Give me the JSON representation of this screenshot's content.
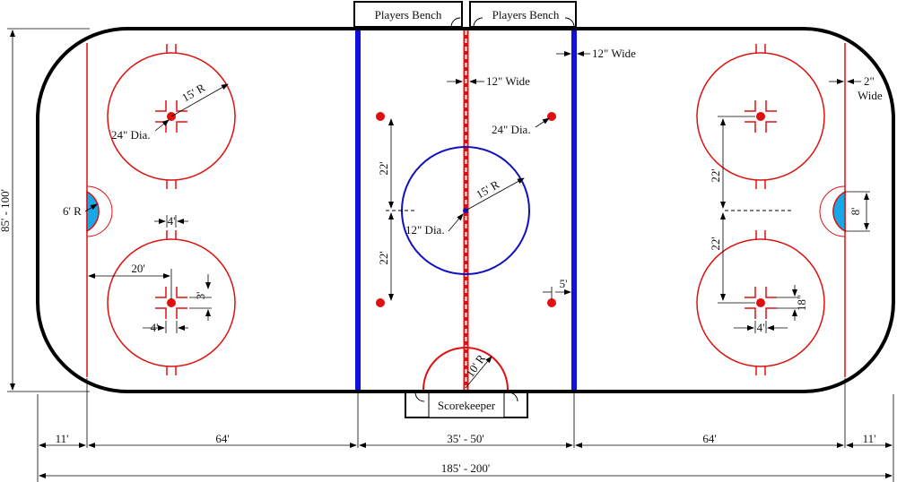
{
  "benches": {
    "left_label": "Players Bench",
    "right_label": "Players Bench"
  },
  "scorekeeper": {
    "label": "Scorekeeper"
  },
  "colors": {
    "boards": "#000000",
    "red_line": "#e01010",
    "blue_line": "#1010e0",
    "crease": "#1aa7e6",
    "center_circle": "#1010c0",
    "dot": "#e01010"
  },
  "labels": {
    "width_range": "85' - 100'",
    "length_range": "185' - 200'",
    "end_zone_a": "11'",
    "end_zone_b": "11'",
    "attack_zone_a": "64'",
    "attack_zone_b": "64'",
    "neutral_zone": "35' - 50'",
    "blue_line_width": "12\" Wide",
    "red_line_width": "12\" Wide",
    "goal_line_width_top": "2\"",
    "goal_line_width_bottom": "Wide",
    "faceoff_radius": "15' R",
    "center_radius": "15' R",
    "dot_dia_left": "24\" Dia.",
    "dot_dia_center": "24\" Dia.",
    "center_dot_dia": "12\" Dia.",
    "crease_radius": "6' R",
    "hash_spacing": "4'",
    "dot_to_goal": "20'",
    "hash_height": "3'",
    "hash_gap": "4'",
    "dot_offset_top": "22'",
    "dot_offset_bottom": "22'",
    "right_offset_top": "22'",
    "right_offset_bottom": "22'",
    "goal_width": "8'",
    "dot_to_blue": "5'",
    "hash_length": "18\"",
    "right_hash_gap": "4'",
    "ref_crease_radius": "10' R"
  }
}
